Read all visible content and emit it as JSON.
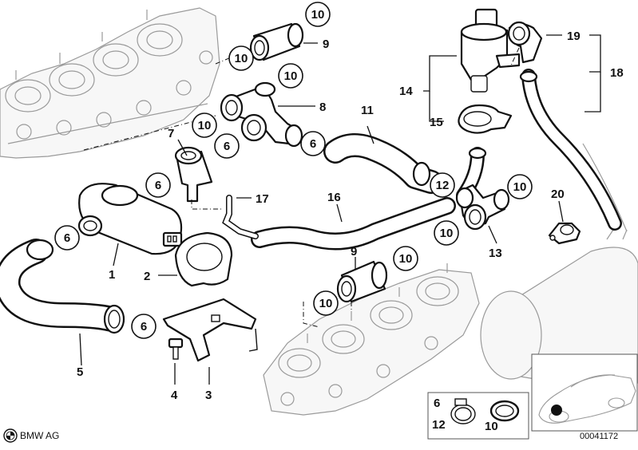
{
  "callouts": {
    "c1": "10",
    "c2": "10",
    "c3": "10",
    "c4": "10",
    "c5": "6",
    "c6": "6",
    "c7": "6",
    "c8": "12",
    "c9": "10",
    "c10": "10",
    "c11": "6",
    "c12": "6",
    "c13": "10",
    "c14": "10"
  },
  "labels": {
    "l1": "9",
    "l2": "8",
    "l3": "7",
    "l4": "11",
    "l5": "17",
    "l6": "16",
    "l7": "1",
    "l8": "2",
    "l9": "5",
    "l10": "4",
    "l11": "3",
    "l12": "9",
    "l13": "13",
    "l14": "20",
    "l15": "14",
    "l16": "15",
    "l17": "19",
    "l18": "18"
  },
  "legend": {
    "six": "6",
    "twelve": "12",
    "ten": "10"
  },
  "footer": {
    "brand": "BMW AG",
    "diagram_number": "00041172"
  }
}
